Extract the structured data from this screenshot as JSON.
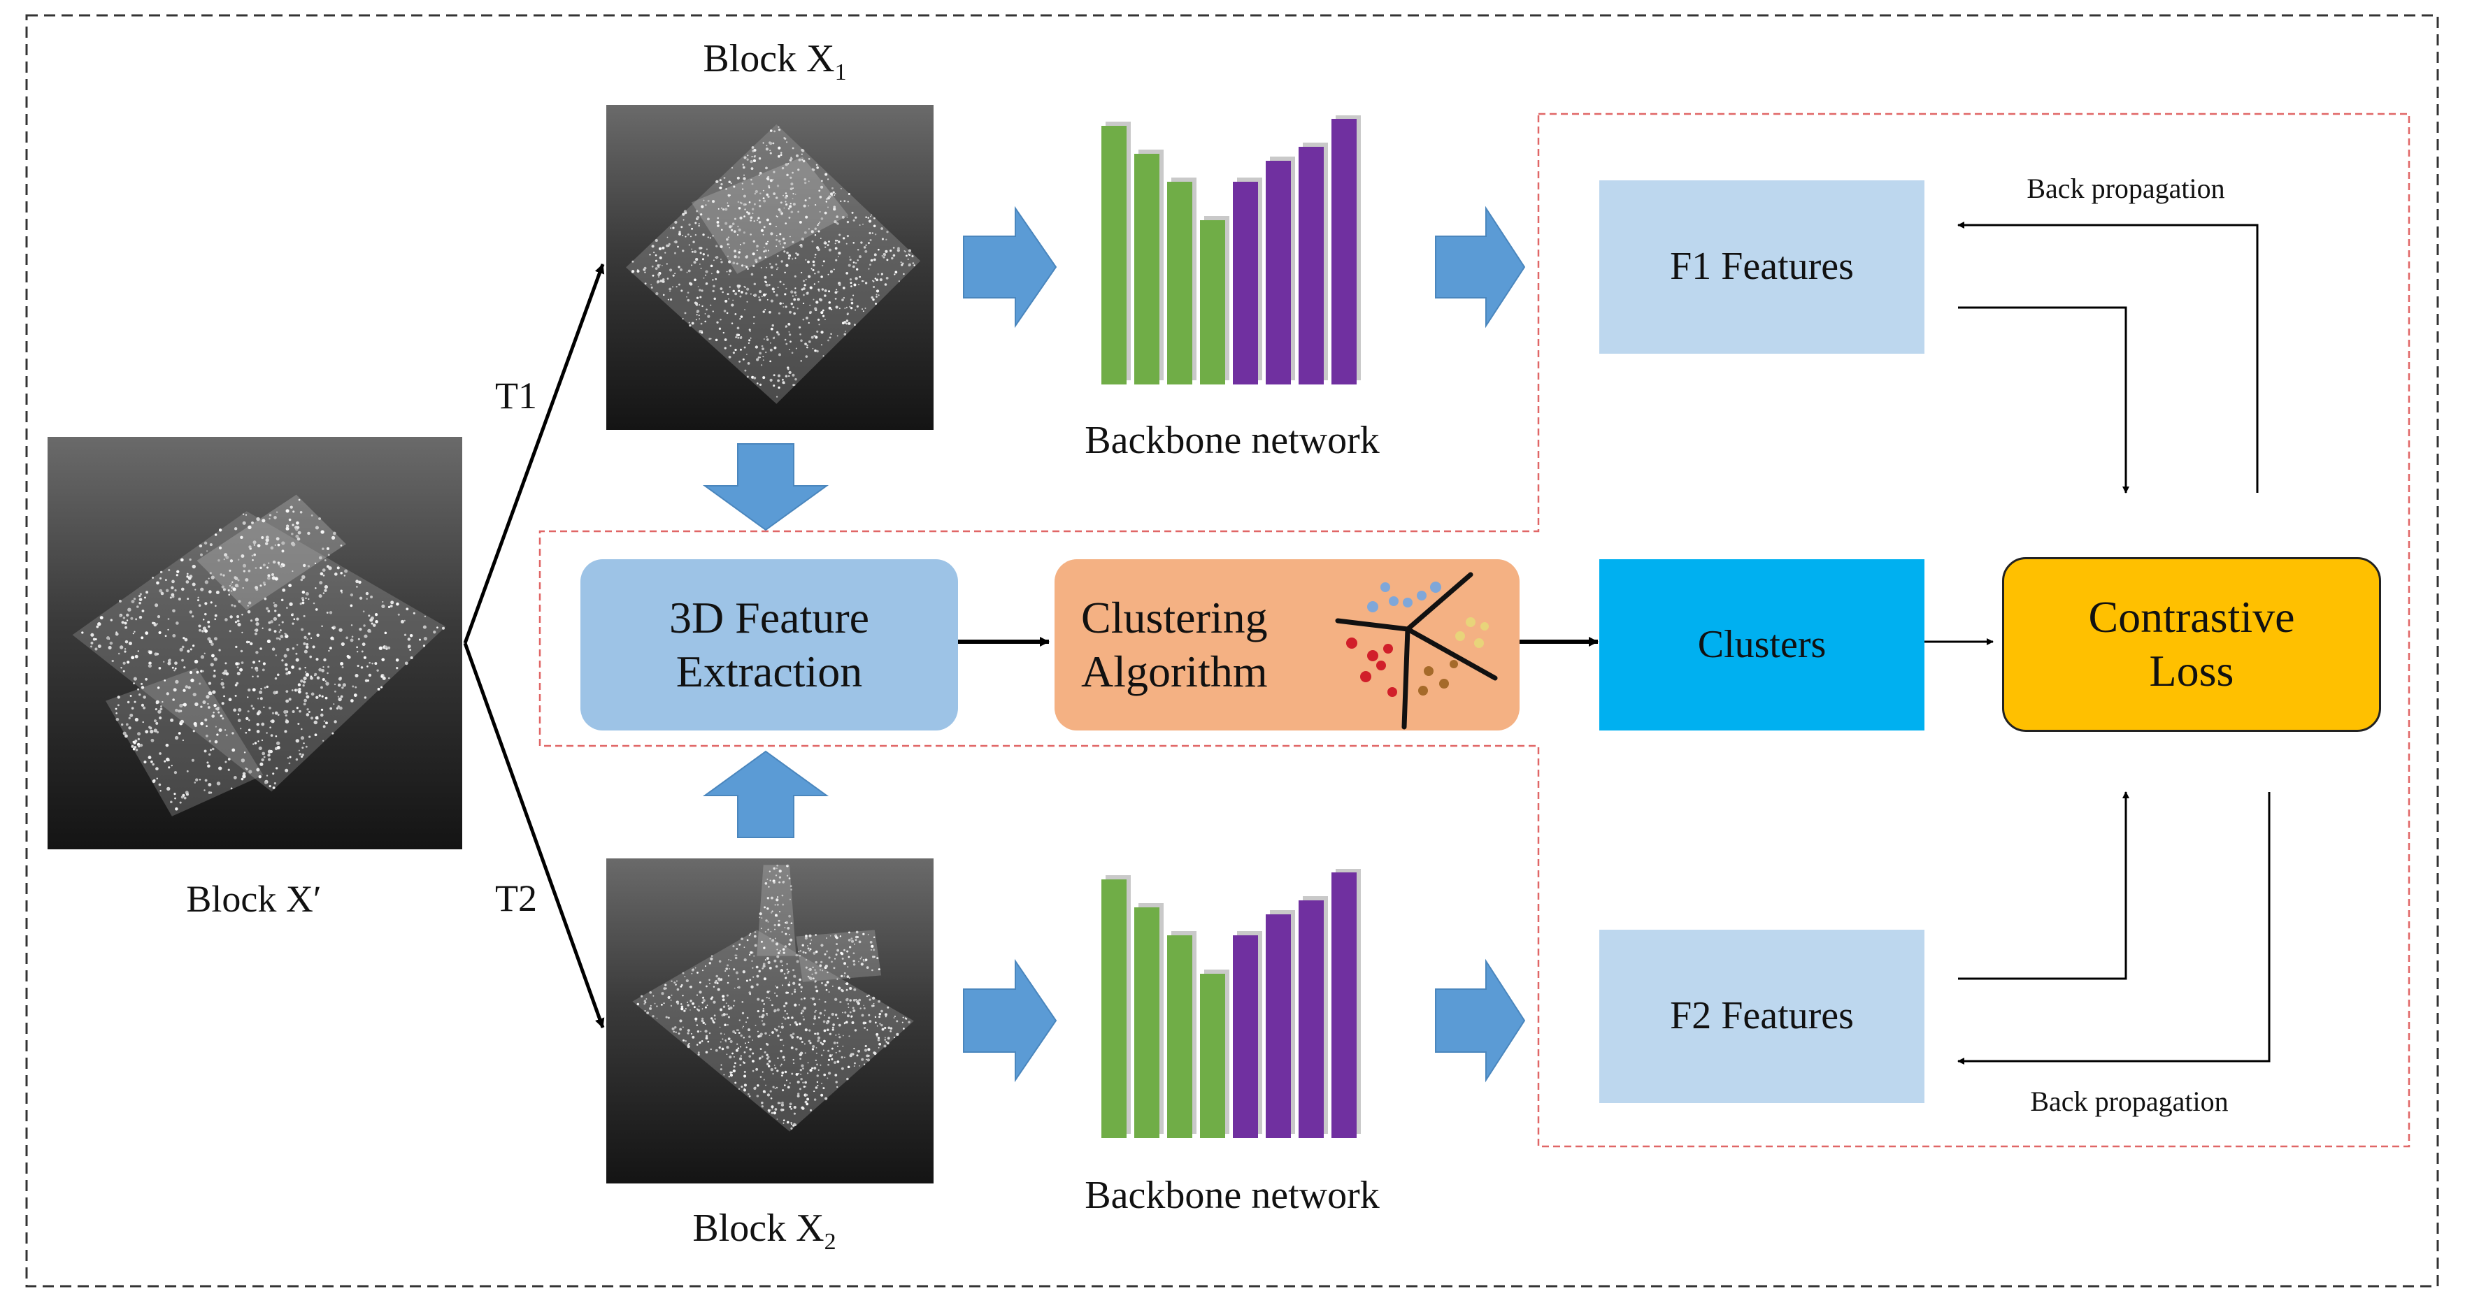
{
  "inputs": {
    "x_prime": "Block X′",
    "x1_base": "Block X",
    "x1_sub": "1",
    "x2_base": "Block X",
    "x2_sub": "2",
    "t1": "T1",
    "t2": "T2"
  },
  "backbone": {
    "top_label": "Backbone network",
    "bottom_label": "Backbone network"
  },
  "middle": {
    "feature_extraction": [
      "3D Feature",
      "Extraction"
    ],
    "clustering": [
      "Clustering",
      "Algorithm"
    ],
    "clusters": "Clusters",
    "loss": [
      "Contrastive",
      "Loss"
    ]
  },
  "features": {
    "f1": "F1 Features",
    "f2": "F2 Features"
  },
  "backprop": {
    "top": "Back propagation",
    "bottom": "Back propagation"
  },
  "colors": {
    "arrow_blue": "#5b9bd5",
    "feature_box": "#bdd7ee",
    "extraction_box": "#9dc3e6",
    "clustering_box": "#f4b183",
    "clusters_box": "#00b0f0",
    "loss_box": "#ffc000",
    "bar_green": "#70ad47",
    "bar_purple": "#7030a0",
    "dashed_red": "#e06666"
  },
  "icons": [
    "point-cloud-image",
    "block-arrow-icon",
    "bar-backbone-icon",
    "cluster-scatter-icon"
  ]
}
